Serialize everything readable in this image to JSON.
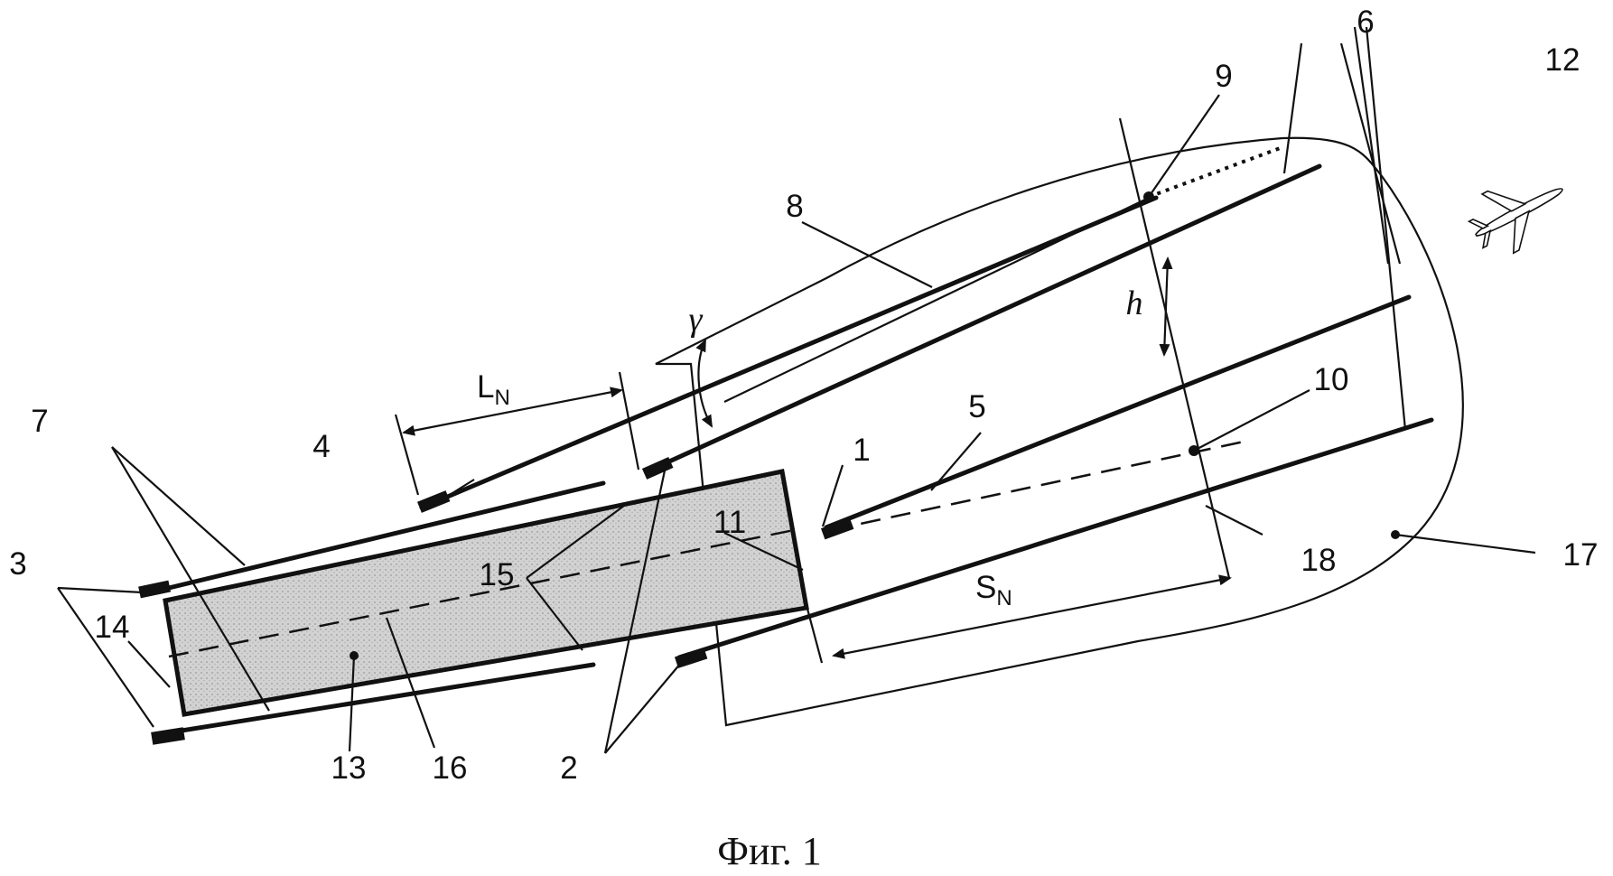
{
  "figure": {
    "caption": "Фиг. 1",
    "labels": {
      "n1": "1",
      "n2": "2",
      "n3": "3",
      "n4": "4",
      "n5": "5",
      "n6": "6",
      "n7": "7",
      "n8": "8",
      "n9": "9",
      "n10": "10",
      "n11": "11",
      "n12": "12",
      "n13": "13",
      "n14": "14",
      "n15": "15",
      "n16": "16",
      "n17": "17",
      "n18": "18",
      "gamma": "γ",
      "h": "h",
      "LN_main": "L",
      "LN_sub": "N",
      "SN_main": "S",
      "SN_sub": "N"
    }
  },
  "icons": {
    "aircraft": "airplane-icon"
  },
  "colors": {
    "ink": "#111111",
    "shade": "#cfcfcf",
    "background": "#ffffff"
  }
}
